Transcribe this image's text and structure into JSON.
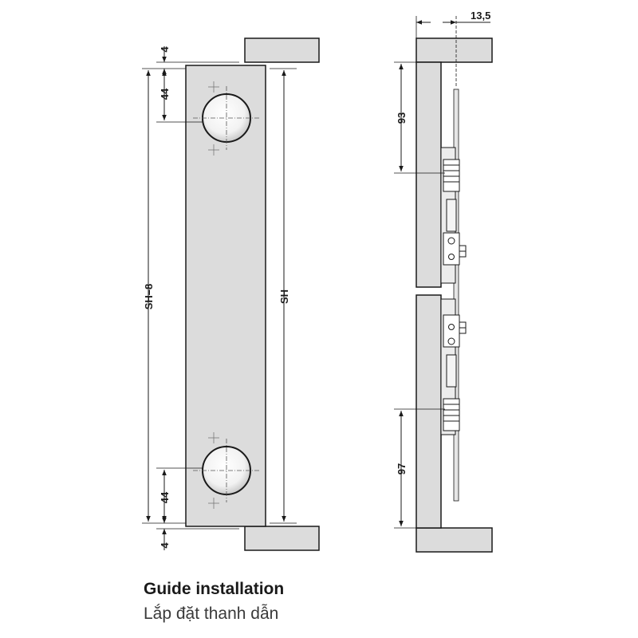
{
  "dimensions": {
    "top_offset": "4",
    "hole_top": "44",
    "sh_minus_8": "SH–8",
    "sh": "SH",
    "hole_bottom": "44",
    "bottom_offset": "4",
    "side_offset": "13,5",
    "guide_top": "93",
    "guide_bottom": "97"
  },
  "caption": {
    "title": "Guide installation",
    "subtitle": "Lắp đặt thanh dẫn"
  },
  "colors": {
    "panel_fill": "#dcdcdc",
    "line": "#1a1a1a",
    "background": "#ffffff"
  }
}
